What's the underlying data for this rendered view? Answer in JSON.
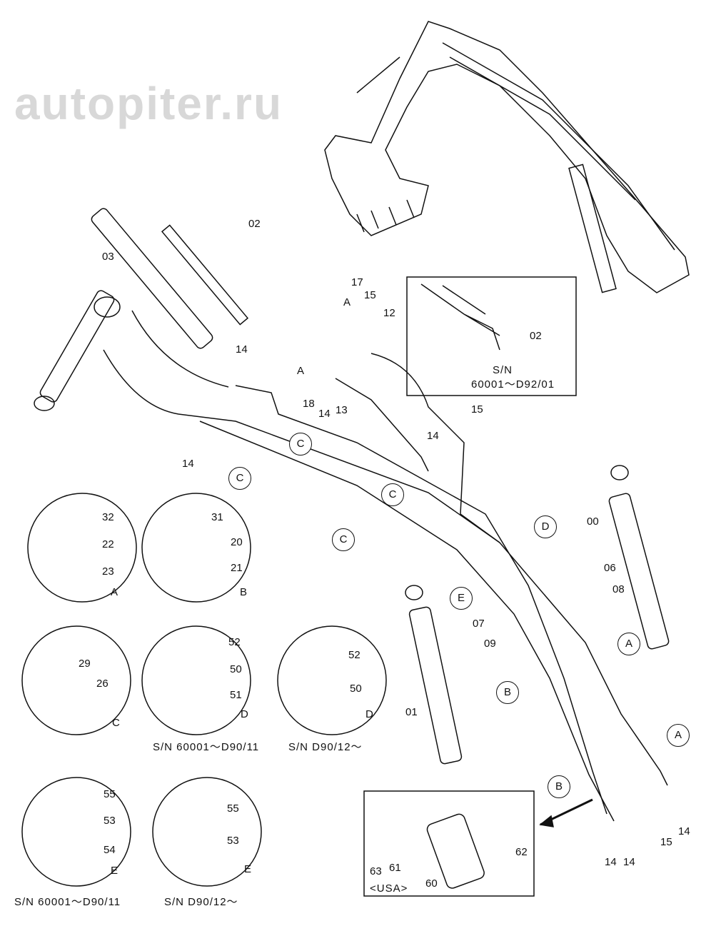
{
  "watermark": "autopiter.ru",
  "callouts": [
    "03",
    "02",
    "17",
    "A",
    "15",
    "12",
    "14",
    "18",
    "A",
    "14",
    "13",
    "15",
    "14",
    "14",
    "00",
    "06",
    "08",
    "07",
    "09",
    "01",
    "14",
    "14",
    "15",
    "14",
    "62",
    "63",
    "61",
    "60"
  ],
  "circle_refs": [
    "C",
    "C",
    "C",
    "C",
    "D",
    "E",
    "A",
    "B",
    "A",
    "B"
  ],
  "inset_top": {
    "part": "02",
    "sn_line1": "S/N",
    "sn_line2": "60001～D92/01"
  },
  "inset_usa": {
    "label": "<USA>"
  },
  "details": [
    {
      "letter": "A",
      "parts": [
        "32",
        "22",
        "23"
      ]
    },
    {
      "letter": "B",
      "parts": [
        "31",
        "20",
        "21"
      ]
    },
    {
      "letter": "C",
      "parts": [
        "29",
        "26"
      ]
    },
    {
      "letter": "D",
      "parts": [
        "52",
        "50",
        "51"
      ],
      "sn": "S/N  60001～D90/11"
    },
    {
      "letter": "D",
      "parts": [
        "52",
        "50"
      ],
      "sn": "S/N  D90/12～"
    },
    {
      "letter": "E",
      "parts": [
        "55",
        "53",
        "54"
      ],
      "sn": "S/N  60001～D90/11"
    },
    {
      "letter": "E",
      "parts": [
        "55",
        "53"
      ],
      "sn": "S/N  D90/12～"
    }
  ]
}
